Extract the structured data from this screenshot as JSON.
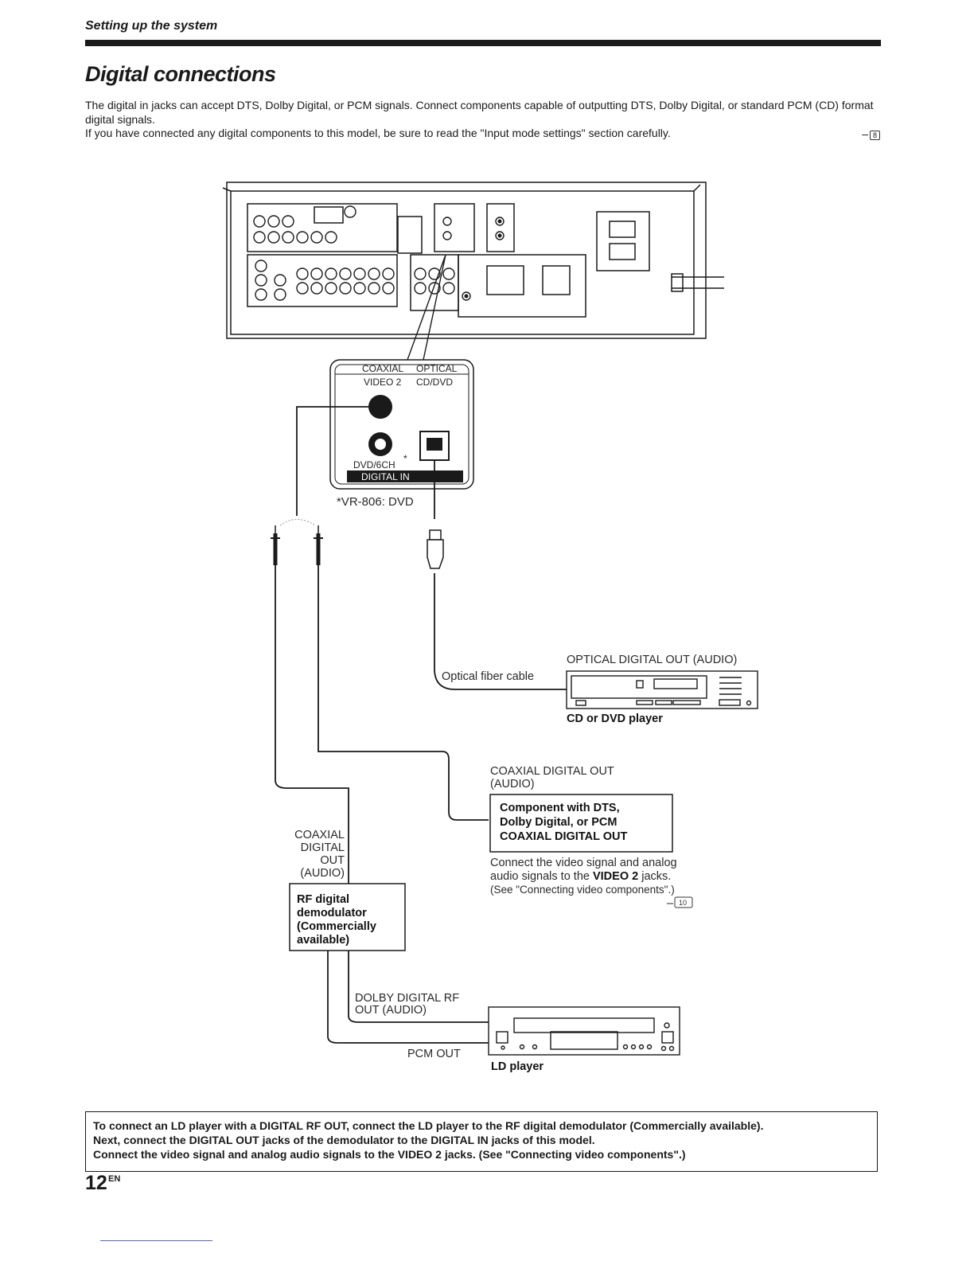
{
  "header": {
    "section_title": "Setting up the system",
    "heading": "Digital connections"
  },
  "intro": {
    "line1": "The digital in jacks can accept DTS, Dolby Digital, or PCM signals. Connect components capable of outputting DTS, Dolby Digital, or standard PCM (CD) format digital signals.",
    "line2": "If you have connected any digital components to this model, be sure to read the \"Input mode settings\" section carefully.",
    "ref_page": "8"
  },
  "diagram": {
    "panel": {
      "coaxial": "COAXIAL",
      "optical": "OPTICAL",
      "video2": "VIDEO 2",
      "cd_dvd": "CD/DVD",
      "dvd_6ch": "DVD/6CH",
      "asterisk": "*",
      "digital_in": "DIGITAL IN"
    },
    "footnote": "*VR-806: DVD",
    "optical_cable": "Optical fiber cable",
    "optical_out": "OPTICAL DIGITAL OUT (AUDIO)",
    "cd_player": "CD or DVD player",
    "coaxial_out_line1": "COAXIAL DIGITAL OUT",
    "coaxial_out_line2": "(AUDIO)",
    "component_box": [
      "Component with DTS,",
      "Dolby Digital, or PCM",
      "COAXIAL DIGITAL OUT"
    ],
    "component_note": [
      "Connect the video signal and analog",
      "audio signals to the ",
      "VIDEO 2",
      " jacks.",
      "(See \"Connecting video components\".)"
    ],
    "component_ref_page": "10",
    "demod_in_label": [
      "COAXIAL",
      "DIGITAL",
      "OUT",
      "(AUDIO)"
    ],
    "demod_box": [
      "RF digital",
      "demodulator",
      "(Commercially",
      "available)"
    ],
    "dolby_rf_line1": "DOLBY DIGITAL RF",
    "dolby_rf_line2": "OUT (AUDIO)",
    "pcm_out": "PCM OUT",
    "ld_player": "LD player"
  },
  "note": {
    "line1": "To connect an LD player with a DIGITAL RF OUT, connect the LD player to the RF digital demodulator (Commercially available).",
    "line2": "Next, connect the DIGITAL OUT jacks of the demodulator to the DIGITAL IN jacks of this model.",
    "line3": "Connect the video signal and analog audio signals to the VIDEO 2 jacks. (See \"Connecting video components\".)"
  },
  "footer": {
    "page_number": "12",
    "page_suffix": "EN"
  }
}
